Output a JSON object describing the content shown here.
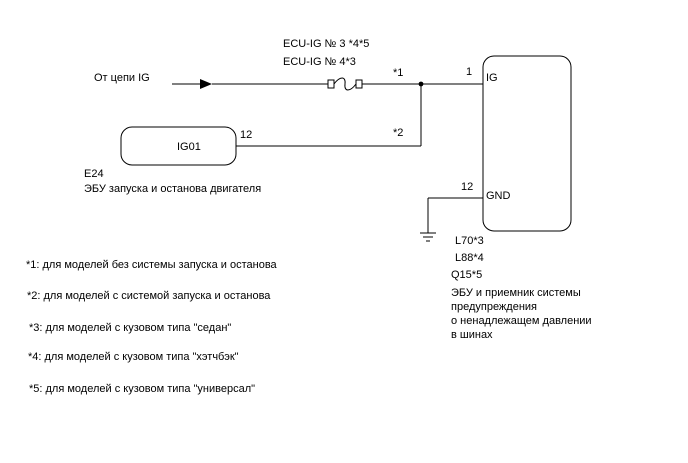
{
  "wiring": {
    "fuse_label_1": "ECU-IG № 3 *4*5",
    "fuse_label_2": "ECU-IG № 4*3",
    "source_label": "От цепи IG",
    "wire_note_1": "*1",
    "wire_note_2": "*2"
  },
  "engine_ecu": {
    "pin_name": "IG01",
    "pin_number": "12",
    "code": "E24",
    "name": "ЭБУ запуска и останова двигателя"
  },
  "tpms_ecu": {
    "pin1_number": "1",
    "pin1_name": "IG",
    "pin2_number": "12",
    "pin2_name": "GND",
    "codes": [
      "L70*3",
      "L88*4",
      "Q15*5"
    ],
    "name_lines": [
      "ЭБУ и приемник системы",
      "предупреждения",
      "о ненадлежащем давлении",
      "в шинах"
    ]
  },
  "notes": [
    "*1: для моделей без системы запуска и останова",
    "*2: для моделей с системой запуска и останова",
    "*3: для моделей с кузовом типа \"седан\"",
    "*4: для моделей с кузовом типа \"хэтчбэк\"",
    "*5: для моделей с кузовом типа \"универсал\""
  ]
}
